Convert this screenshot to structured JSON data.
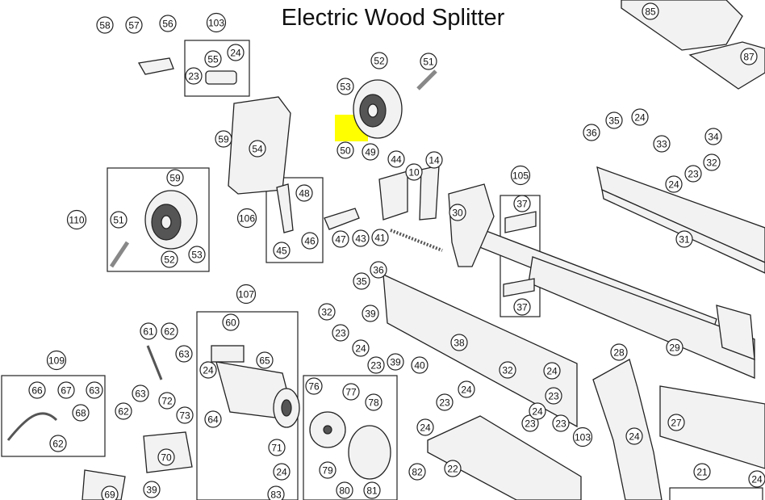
{
  "diagram": {
    "title": "Electric Wood Splitter",
    "highlight_color": "#ffff00",
    "highlighted_part": "53",
    "callouts": [
      "58",
      "57",
      "56",
      "103",
      "55",
      "24",
      "23",
      "52",
      "51",
      "53",
      "54",
      "59",
      "50",
      "49",
      "44",
      "14",
      "10",
      "85",
      "87",
      "35",
      "24",
      "36",
      "34",
      "33",
      "32",
      "24",
      "23",
      "105",
      "37",
      "30",
      "31",
      "59",
      "110",
      "51",
      "52",
      "53",
      "48",
      "106",
      "46",
      "45",
      "47",
      "43",
      "41",
      "37",
      "36",
      "35",
      "107",
      "60",
      "32",
      "39",
      "38",
      "23",
      "24",
      "23",
      "39",
      "40",
      "29",
      "28",
      "61",
      "62",
      "63",
      "65",
      "24",
      "109",
      "66",
      "67",
      "68",
      "63",
      "62",
      "72",
      "73",
      "64",
      "71",
      "24",
      "70",
      "62",
      "63",
      "76",
      "77",
      "78",
      "79",
      "80",
      "81",
      "39",
      "83",
      "24",
      "23",
      "24",
      "32",
      "24",
      "23",
      "82",
      "22",
      "27",
      "24",
      "103",
      "21",
      "24",
      "23",
      "23",
      "24",
      "69"
    ]
  }
}
